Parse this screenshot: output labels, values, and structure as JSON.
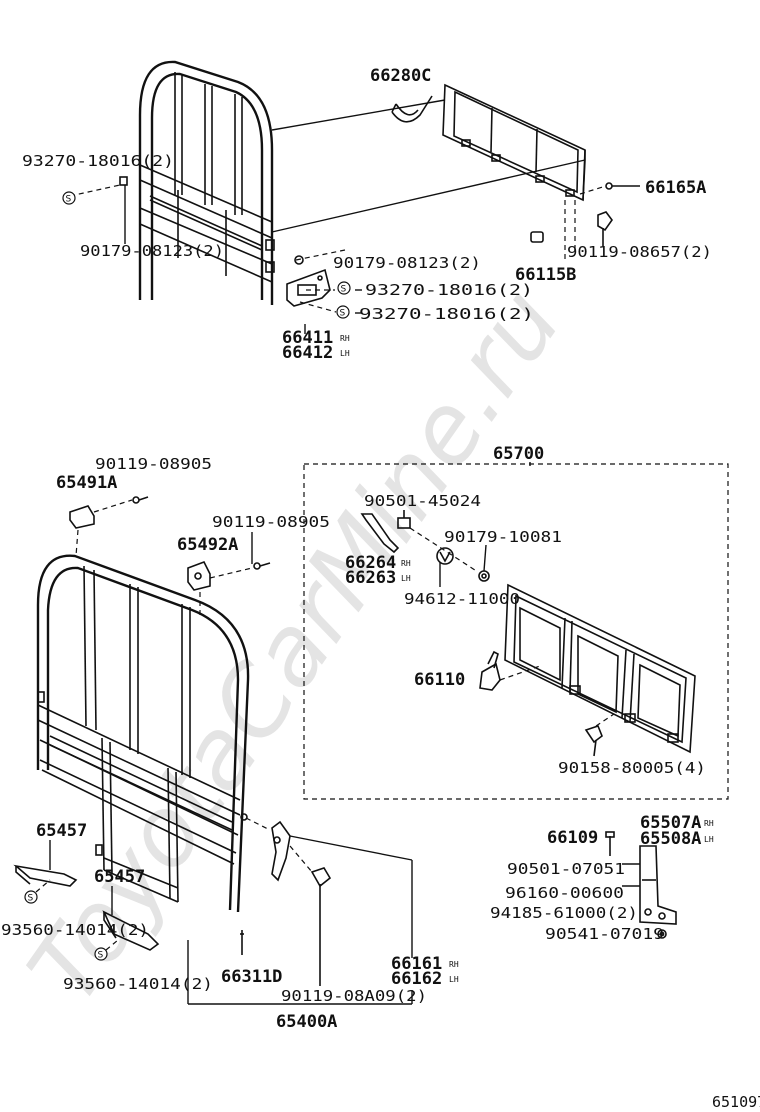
{
  "watermark": "ToyotaCarMine.ru",
  "diagram_id": "651097",
  "screw_symbol": "S",
  "top_section": {
    "labels": {
      "p66280C": "66280C",
      "p93270_left": "93270-18016(2)",
      "p66165A": "66165A",
      "p90179_left": "90179-08123(2)",
      "p90179_mid": "90179-08123(2)",
      "p90119_08657": "90119-08657(2)",
      "p66115B": "66115B",
      "p93270_mid1": "93270-18016(2)",
      "p93270_mid2": "93270-18016(2)",
      "p66411": "66411",
      "p66412": "66412",
      "p66411_suffix": "RH",
      "p66412_suffix": "LH"
    }
  },
  "bottom_section": {
    "labels": {
      "p90119_08905_a": "90119-08905",
      "p65491A": "65491A",
      "p90119_08905_b": "90119-08905",
      "p65492A": "65492A",
      "p65700": "65700",
      "p90501_45024": "90501-45024",
      "p90179_10081": "90179-10081",
      "p66264": "66264",
      "p66263": "66263",
      "p66264_suffix": "RH",
      "p66263_suffix": "LH",
      "p94612": "94612-11000",
      "p66110": "66110",
      "p90158": "90158-80005(4)",
      "p65457_a": "65457",
      "p65457_b": "65457",
      "p93560_a": "93560-14014(2)",
      "p93560_b": "93560-14014(2)",
      "p66311D": "66311D",
      "p90119_08A09": "90119-08A09(2)",
      "p66161": "66161",
      "p66162": "66162",
      "p66161_suffix": "RH",
      "p66162_suffix": "LH",
      "p65400A": "65400A",
      "p66109": "66109",
      "p65507A": "65507A",
      "p65508A": "65508A",
      "p65507A_suffix": "RH",
      "p65508A_suffix": "LH",
      "p90501_07051": "90501-07051",
      "p96160_00600": "96160-00600",
      "p94185_61000": "94185-61000(2)",
      "p90541_07019": "90541-07019"
    }
  }
}
